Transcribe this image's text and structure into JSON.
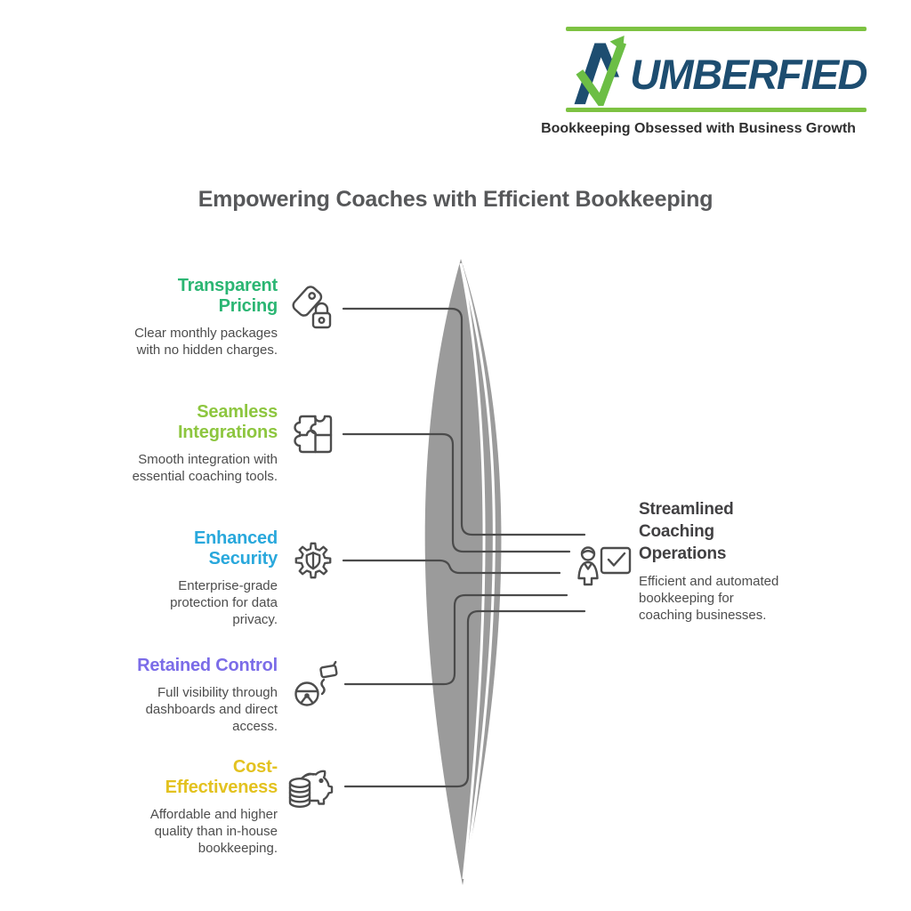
{
  "logo": {
    "brand_rest": "UMBERFIED",
    "tagline": "Bookkeeping Obsessed with Business Growth",
    "brand_color": "#1d4d70",
    "accent_green": "#7dc242",
    "arrow_green": "#6cbe45"
  },
  "page_title": "Empowering Coaches with Efficient Bookkeeping",
  "left_items": [
    {
      "title": "Transparent Pricing",
      "description": "Clear monthly packages with no hidden charges.",
      "color": "#2bb673",
      "icon": "price-tag-lock"
    },
    {
      "title": "Seamless Integrations",
      "description": "Smooth integration with essential coaching tools.",
      "color": "#8dc63f",
      "icon": "puzzle-pieces"
    },
    {
      "title": "Enhanced Security",
      "description": "Enterprise-grade protection for data privacy.",
      "color": "#29a8dc",
      "icon": "gear-shield"
    },
    {
      "title": "Retained Control",
      "description": "Full visibility through dashboards and direct access.",
      "color": "#7b6ce8",
      "icon": "steering-wheel-mirror"
    },
    {
      "title": "Cost-Effectiveness",
      "description": "Affordable and higher quality than in-house bookkeeping.",
      "color": "#e3c220",
      "icon": "piggy-bank-coins"
    }
  ],
  "right_item": {
    "title": "Streamlined Coaching Operations",
    "description": "Efficient and automated bookkeeping for coaching businesses.",
    "color": "#414042",
    "icon": "presenter-board-check"
  },
  "lens_color": "#9b9b9b",
  "line_color": "#4b4b4b"
}
